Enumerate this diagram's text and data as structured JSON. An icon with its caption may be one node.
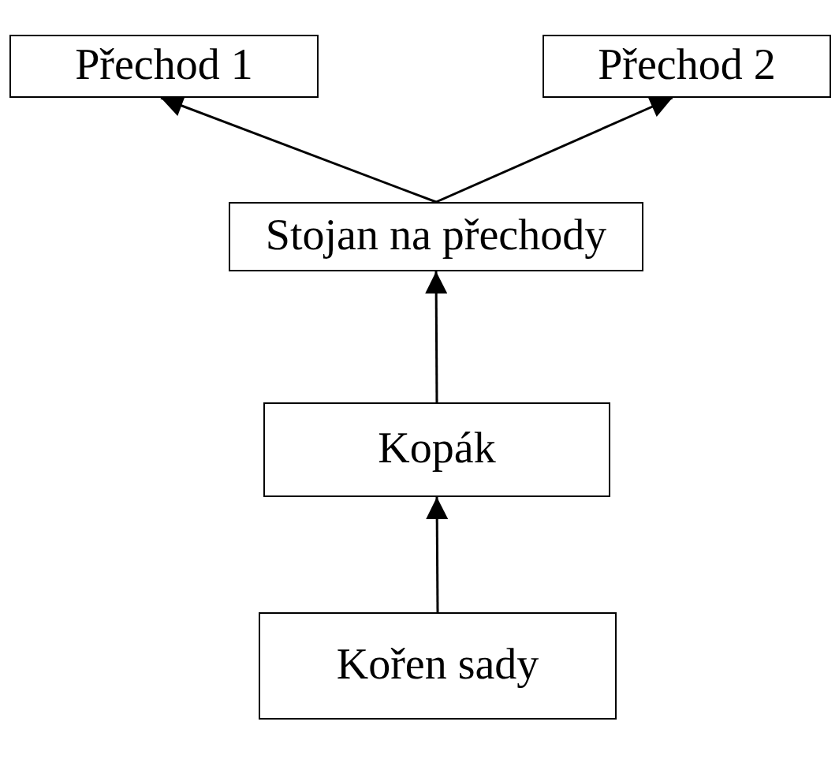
{
  "diagram": {
    "nodes": [
      {
        "text": [
          "Přechod 1"
        ]
      },
      {
        "text": [
          "Přechod 2"
        ]
      },
      {
        "text": [
          "Stojan na přechody"
        ]
      },
      {
        "text": [
          "Kopák"
        ]
      },
      {
        "text": [
          "Kořen sady"
        ]
      }
    ],
    "edges": [
      {
        "from": 2,
        "to": 0,
        "arrow": "to"
      },
      {
        "from": 2,
        "to": 1,
        "arrow": "to"
      },
      {
        "from": 3,
        "to": 2,
        "arrow": "to"
      },
      {
        "from": 4,
        "to": 3,
        "arrow": "to"
      }
    ]
  }
}
